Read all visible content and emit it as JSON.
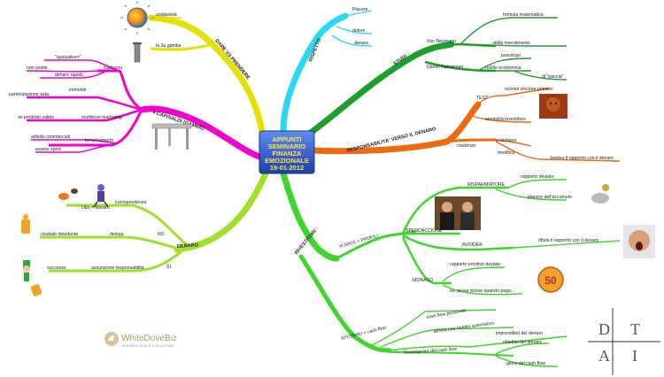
{
  "center": {
    "lines": [
      "APPUNTI",
      "SEMINARIO",
      "FINANZA",
      "EMOZIONALE",
      "19-01-2012"
    ]
  },
  "branches": {
    "dare": {
      "label": "DARE VS PRENDERE",
      "items": [
        "solidarietà",
        "la 3a gamba"
      ]
    },
    "capisaldi": {
      "label": "4 CAPISALDI (GAMBE)",
      "items": [
        "tradizioni",
        "\"quickalive=\"",
        "non esiste",
        "denaro rapido",
        "immobili",
        "partecipazione asta",
        "multilevel marketing",
        "se prodotto valido",
        "bene/rapporto",
        "attività commerciali",
        "essere sposi"
      ]
    },
    "denaro": {
      "label": "DENARO",
      "items": [
        "corrispondenza",
        "cibo = denaro",
        "NO",
        "delega",
        "risultato deludente",
        "SI",
        "assunzione responsabilità",
        "successo"
      ]
    },
    "rispetto": {
      "label": "RISPETTO",
      "items": [
        "Piacere",
        "dolore",
        "denaro"
      ]
    },
    "studi": {
      "label": "STUDI",
      "items": [
        "Von Neumann",
        "formula matematica",
        "utilità investimento",
        "Daniel Kahneman",
        "psicologo",
        "nobile economica",
        "di \"pancia\""
      ]
    },
    "responsabilita": {
      "label": "RESPONSABILITA' VERSO IL DENARO",
      "items": [
        "TEST",
        "scimmi zincone primitivi",
        "emotività investitore",
        "credenze",
        "ci bisbano",
        "modifica",
        "tentiva il rapporto con il denaro"
      ]
    },
    "investitori": {
      "label": "INVESTITORI",
      "items": [
        "H.SASS > PROFILI",
        "RISPARMIATORE",
        "rapporto deviato",
        "piacere dell'accumulo",
        "SPENDACCIONE",
        "AVOIDER",
        "rifiuta il rapporto con il denaro",
        "MONACO",
        "rapporto emotivo deviato",
        "es. prova dolore quando paga...",
        "KIYOSAKI > cash flow",
        "cash flow personale",
        "attività con reddito automatico",
        "imprenditori del denaro",
        "Guadagnare del cash flow",
        "obiettivi del denaro",
        "gioco del cash flow"
      ]
    }
  },
  "logos": {
    "whitedove": {
      "main": "WhiteDoveBiz",
      "sub": "BUSINESS COACH & SOLUTIONS"
    },
    "datai": {
      "letters": [
        "D",
        "T",
        "A",
        "I"
      ]
    }
  },
  "colors": {
    "yellow": "#e6e000",
    "magenta": "#f200cc",
    "lime": "#9ee02a",
    "cyan": "#2ad8f2",
    "green": "#1e9e2a",
    "orange": "#ef6a0f",
    "brightgreen": "#3ed62a",
    "center_fill": "#2f56c8",
    "center_text": "#ffeb3b"
  }
}
